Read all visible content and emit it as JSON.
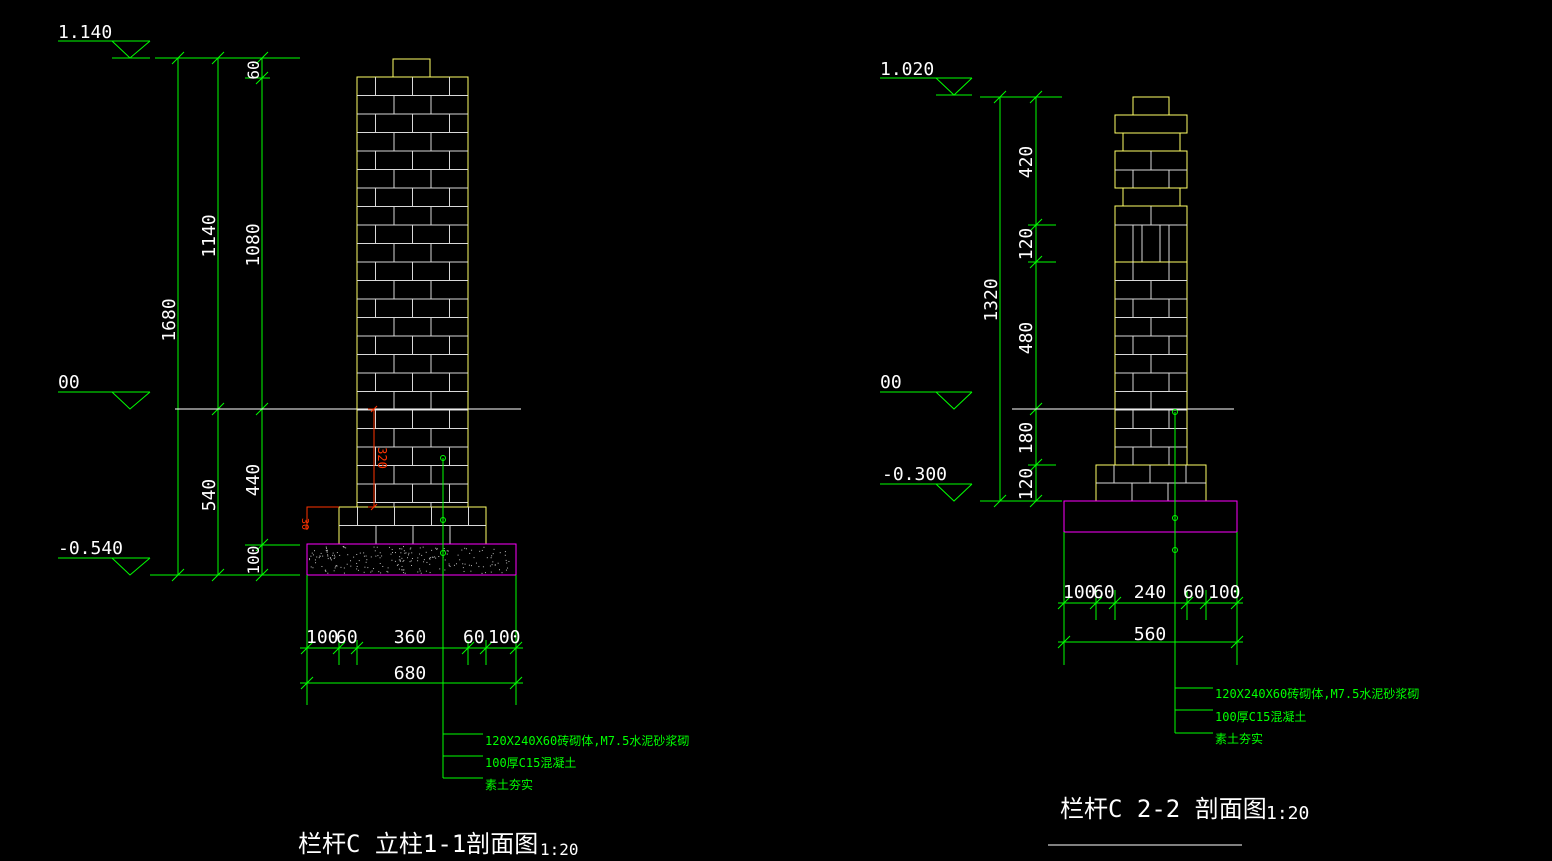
{
  "colors": {
    "background": "#000000",
    "dimension": "#00ff00",
    "masonry_outline": "#ffff66",
    "mortar": "#d8d8d8",
    "concrete": "#ff00ff",
    "annotation": "#ff3300",
    "text": "#ffffff"
  },
  "left": {
    "elev_top": "1.140",
    "elev_zero": "00",
    "elev_bottom": "-0.540",
    "dim_total": "1680",
    "dim_upper": "1140",
    "dim_lower": "540",
    "dim_cap": "60",
    "dim_shaft": "1080",
    "dim_base": "440",
    "dim_concrete": "100",
    "dim_step": "320",
    "dim_step_small": "30",
    "width_a": "100",
    "width_b": "60",
    "width_c": "360",
    "width_d": "60",
    "width_e": "100",
    "width_total": "680",
    "note_1": "120X240X60砖砌体,M7.5水泥砂浆砌",
    "note_2": "100厚C15混凝土",
    "note_3": "素土夯实",
    "title": "栏杆C 立柱1-1剖面图",
    "scale": "1:20"
  },
  "right": {
    "elev_top": "1.020",
    "elev_zero": "00",
    "elev_bottom": "-0.300",
    "dim_total": "1320",
    "dim_a": "420",
    "dim_b": "120",
    "dim_c": "480",
    "dim_d": "180",
    "dim_e": "120",
    "width_a": "100",
    "width_b": "60",
    "width_c": "240",
    "width_d": "60",
    "width_e": "100",
    "width_total": "560",
    "note_1": "120X240X60砖砌体,M7.5水泥砂浆砌",
    "note_2": "100厚C15混凝土",
    "note_3": "素土夯实",
    "title": "栏杆C 2-2 剖面图",
    "scale": "1:20"
  }
}
